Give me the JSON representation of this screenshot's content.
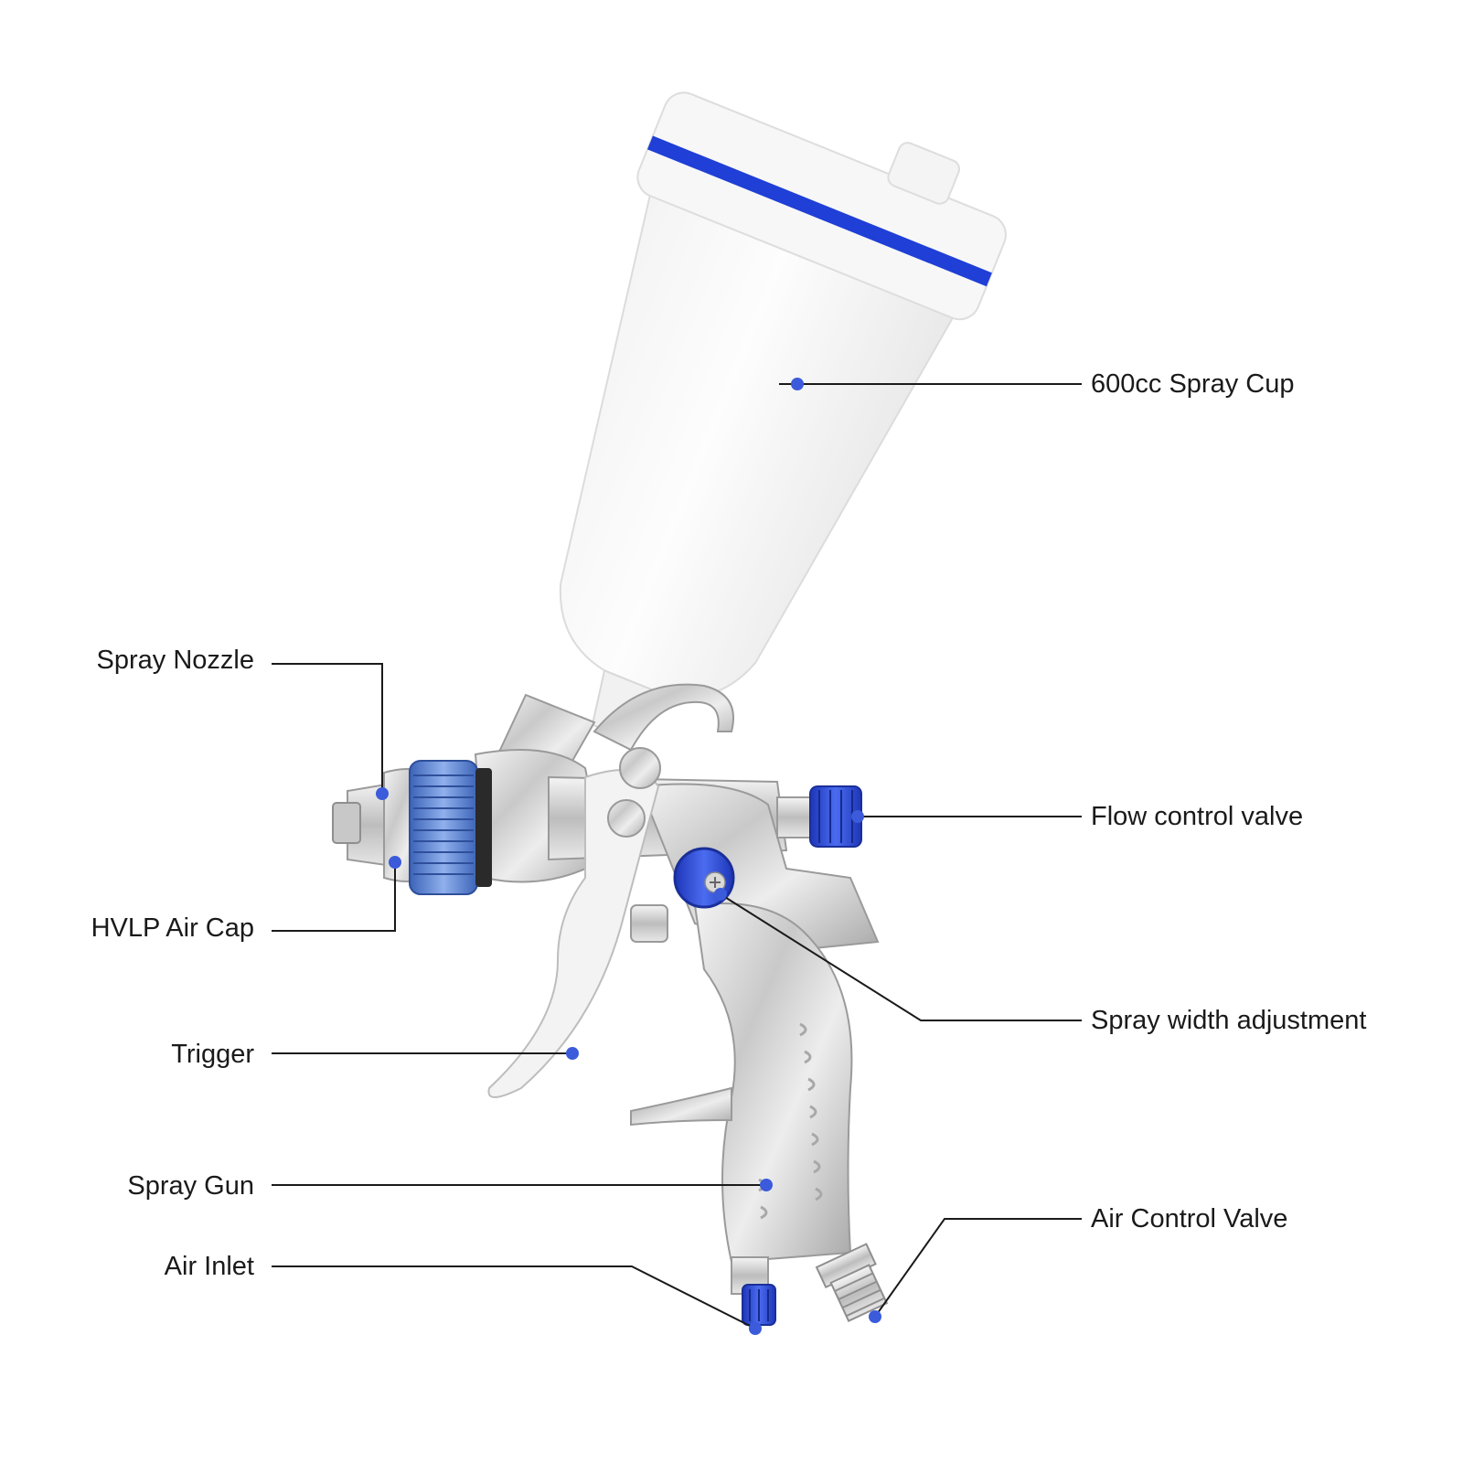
{
  "colors": {
    "background": "#ffffff",
    "leader_line": "#1a1a1a",
    "marker_dot": "#3b5bdb",
    "cup_band": "#1f3fd6",
    "knob_blue": "#2f4fe0",
    "air_cap_ring": "#5a86d6"
  },
  "callouts": {
    "spray_cup": "600cc Spray Cup",
    "spray_nozzle": "Spray Nozzle",
    "hvlp_air_cap": "HVLP Air Cap",
    "trigger": "Trigger",
    "spray_gun": "Spray Gun",
    "air_inlet": "Air Inlet",
    "flow_control_valve": "Flow control valve",
    "spray_width_adjustment": "Spray width adjustment",
    "air_control_valve": "Air Control Valve"
  },
  "illustration": {
    "subject": "hvlp-gravity-spray-gun-icon"
  }
}
